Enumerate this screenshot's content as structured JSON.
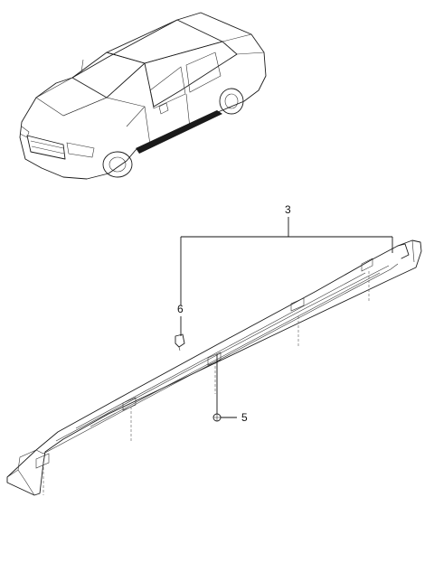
{
  "diagram": {
    "callouts": [
      {
        "id": "part-3",
        "label": "3"
      },
      {
        "id": "part-6",
        "label": "6"
      },
      {
        "id": "part-5",
        "label": "5"
      }
    ]
  }
}
